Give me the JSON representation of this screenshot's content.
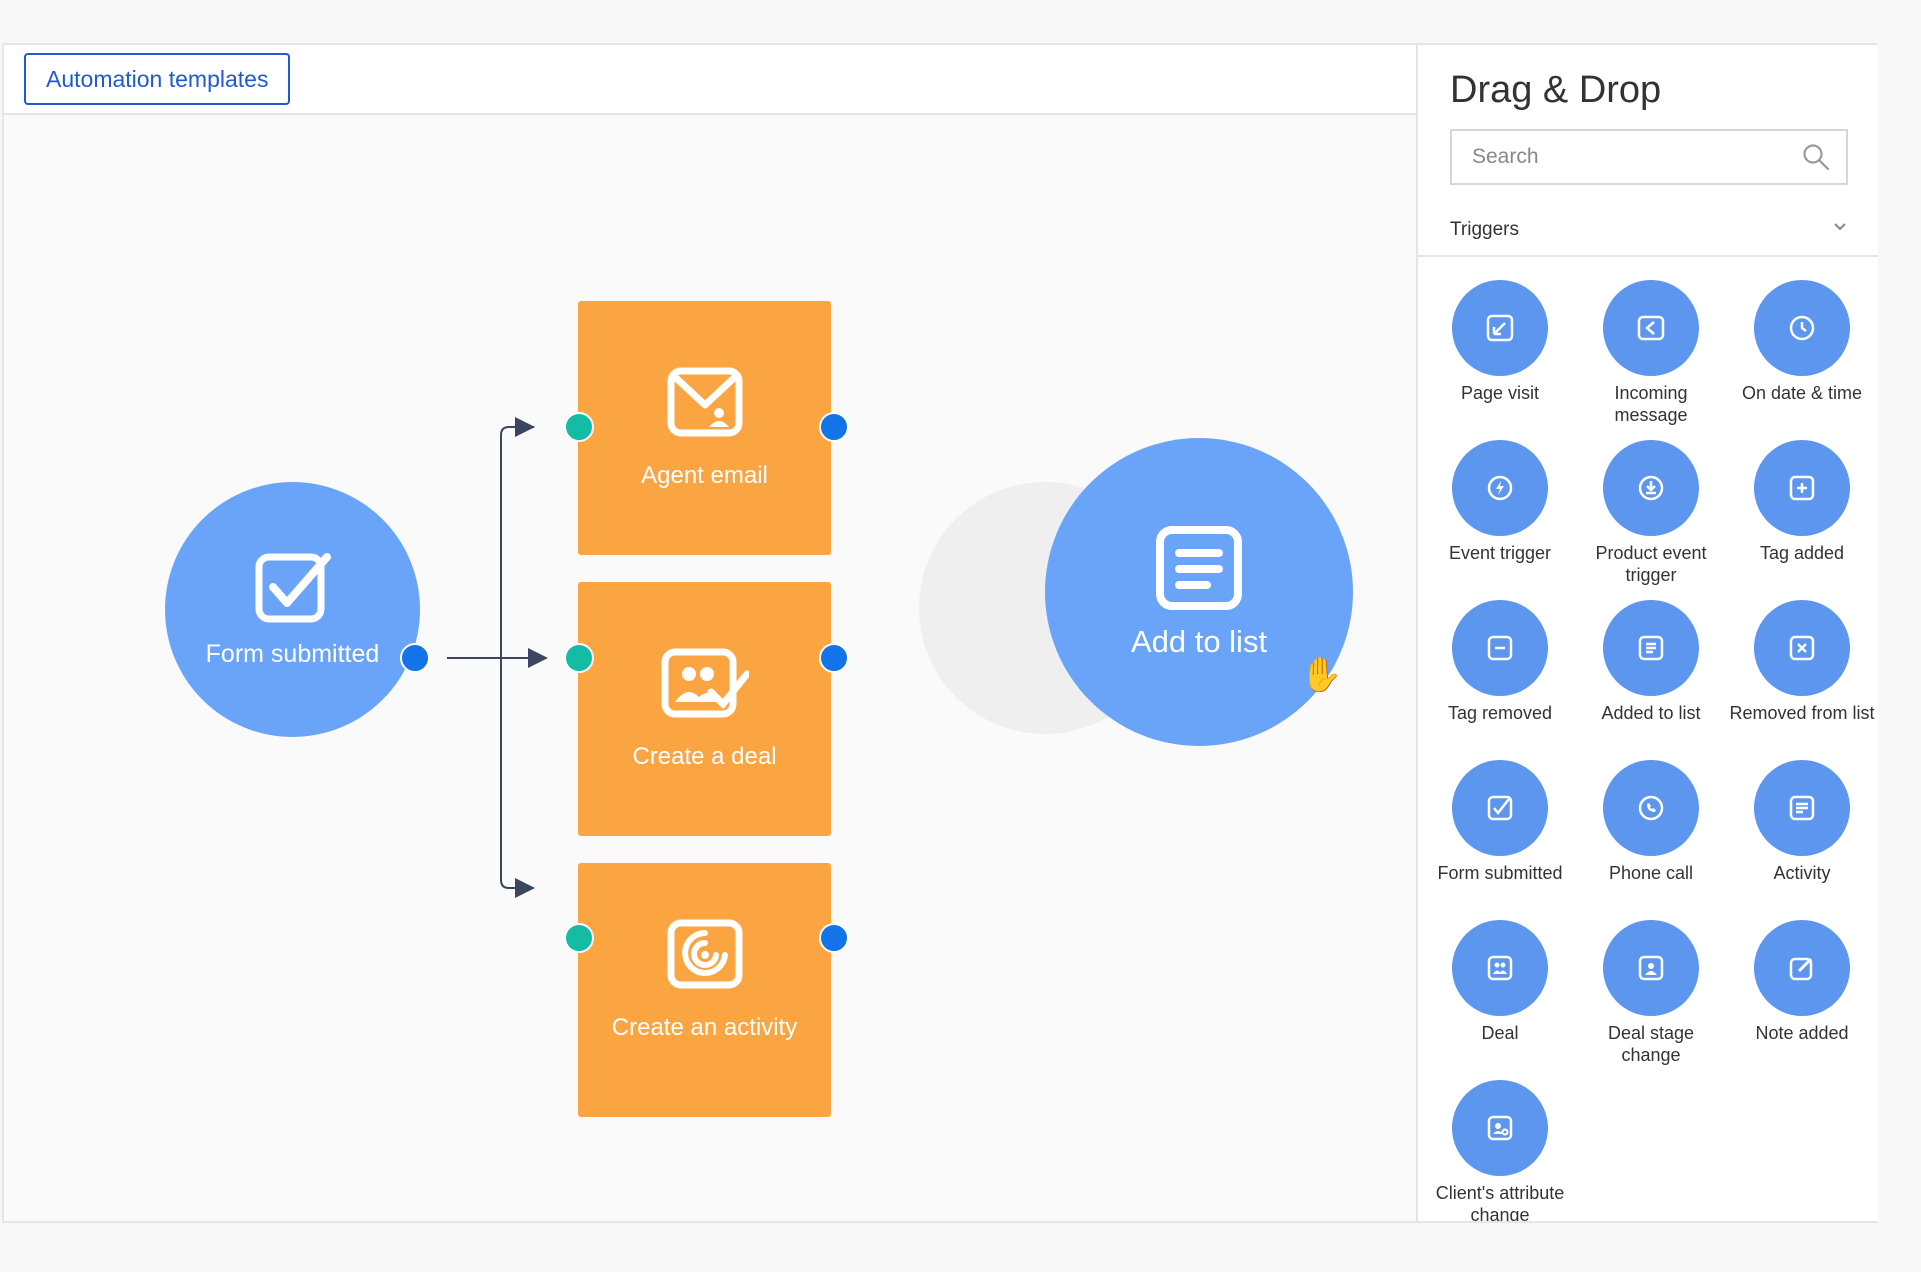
{
  "toolbar": {
    "templates_button": "Automation templates"
  },
  "canvas": {
    "start_node": {
      "label": "Form submitted",
      "icon": "checkbox-icon"
    },
    "actions": [
      {
        "label": "Agent email",
        "icon": "agent-email-icon"
      },
      {
        "label": "Create a deal",
        "icon": "deal-icon"
      },
      {
        "label": "Create an activity",
        "icon": "activity-icon"
      }
    ],
    "dragging_node": {
      "label": "Add to list",
      "icon": "list-icon"
    }
  },
  "panel": {
    "title": "Drag & Drop",
    "search_placeholder": "Search",
    "section": "Triggers",
    "items": [
      {
        "label": "Page visit",
        "icon": "page-visit-icon"
      },
      {
        "label": "Incoming message",
        "icon": "incoming-message-icon"
      },
      {
        "label": "On date & time",
        "icon": "clock-icon"
      },
      {
        "label": "Event trigger",
        "icon": "event-trigger-icon"
      },
      {
        "label": "Product event trigger",
        "icon": "product-event-icon"
      },
      {
        "label": "Tag added",
        "icon": "tag-added-icon"
      },
      {
        "label": "Tag removed",
        "icon": "tag-removed-icon"
      },
      {
        "label": "Added to list",
        "icon": "added-to-list-icon"
      },
      {
        "label": "Removed from list",
        "icon": "removed-from-list-icon"
      },
      {
        "label": "Form submitted",
        "icon": "form-submitted-icon"
      },
      {
        "label": "Phone call",
        "icon": "phone-call-icon"
      },
      {
        "label": "Activity",
        "icon": "activity-icon"
      },
      {
        "label": "Deal",
        "icon": "deal-icon"
      },
      {
        "label": "Deal stage change",
        "icon": "deal-stage-icon"
      },
      {
        "label": "Note added",
        "icon": "note-added-icon"
      },
      {
        "label": "Client's attribute change",
        "icon": "client-attribute-icon"
      }
    ]
  },
  "colors": {
    "accent_blue": "#6aa4f8",
    "action_orange": "#fba442",
    "port_in": "#15bca5",
    "port_out": "#1373e8",
    "link_blue": "#1f5ad6"
  }
}
